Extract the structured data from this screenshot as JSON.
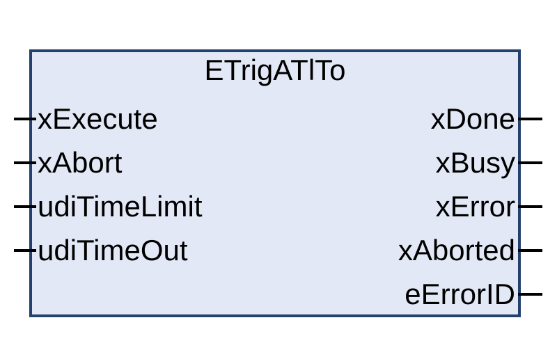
{
  "block": {
    "title": "ETrigATlTo",
    "inputs": [
      {
        "label": "xExecute"
      },
      {
        "label": "xAbort"
      },
      {
        "label": "udiTimeLimit"
      },
      {
        "label": "udiTimeOut"
      }
    ],
    "outputs": [
      {
        "label": "xDone"
      },
      {
        "label": "xBusy"
      },
      {
        "label": "xError"
      },
      {
        "label": "xAborted"
      },
      {
        "label": "eErrorID"
      }
    ]
  },
  "colors": {
    "background": "#ffffff",
    "fill": "#e2e8f5",
    "border": "#24406c",
    "pin": "#000000",
    "text": "#000000"
  }
}
